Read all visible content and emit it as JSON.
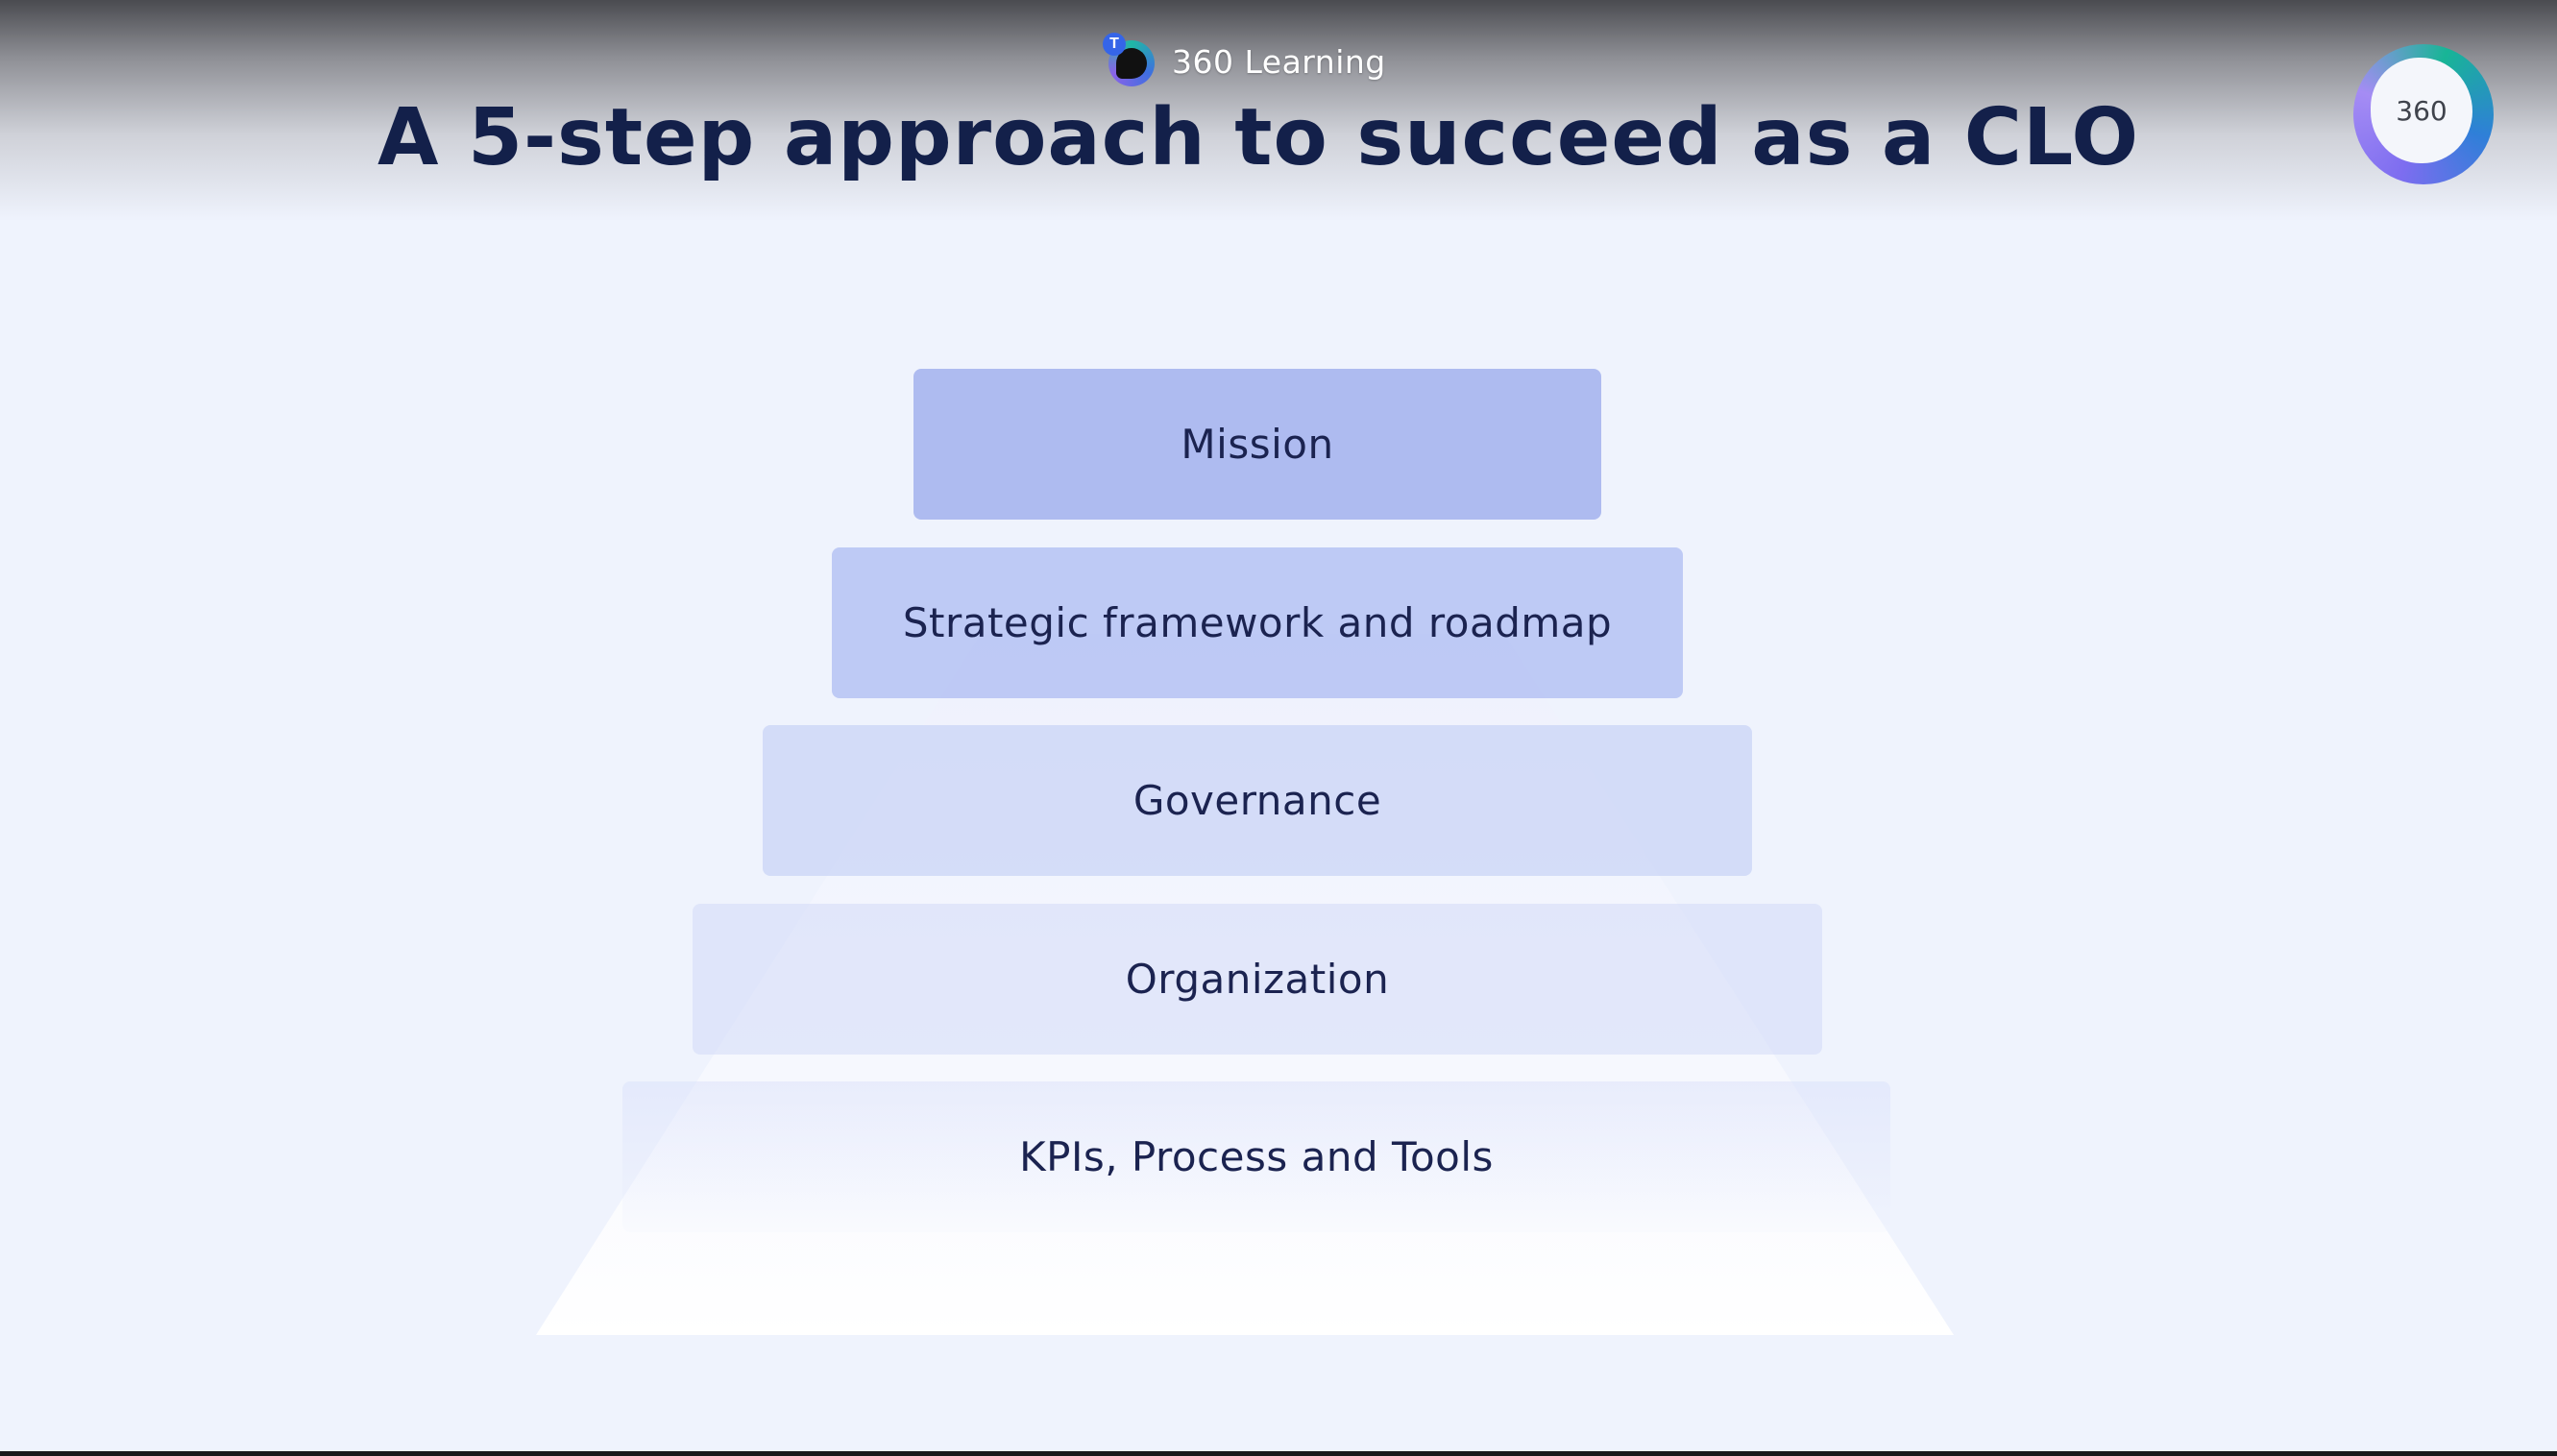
{
  "header": {
    "channel_badge": "T",
    "channel_name": "360 Learning",
    "title": "A 5-step approach to succeed as a CLO",
    "corner_logo_text": "360"
  },
  "pyramid": {
    "steps": [
      {
        "label": "Mission"
      },
      {
        "label": "Strategic framework and roadmap"
      },
      {
        "label": "Governance"
      },
      {
        "label": "Organization"
      },
      {
        "label": "KPIs, Process and Tools"
      }
    ]
  },
  "colors": {
    "background": "#eff3fd",
    "title_text": "#13204a",
    "step_top": "#a8b6ef",
    "accent_teal": "#18b596",
    "accent_purple": "#7d6df0"
  }
}
